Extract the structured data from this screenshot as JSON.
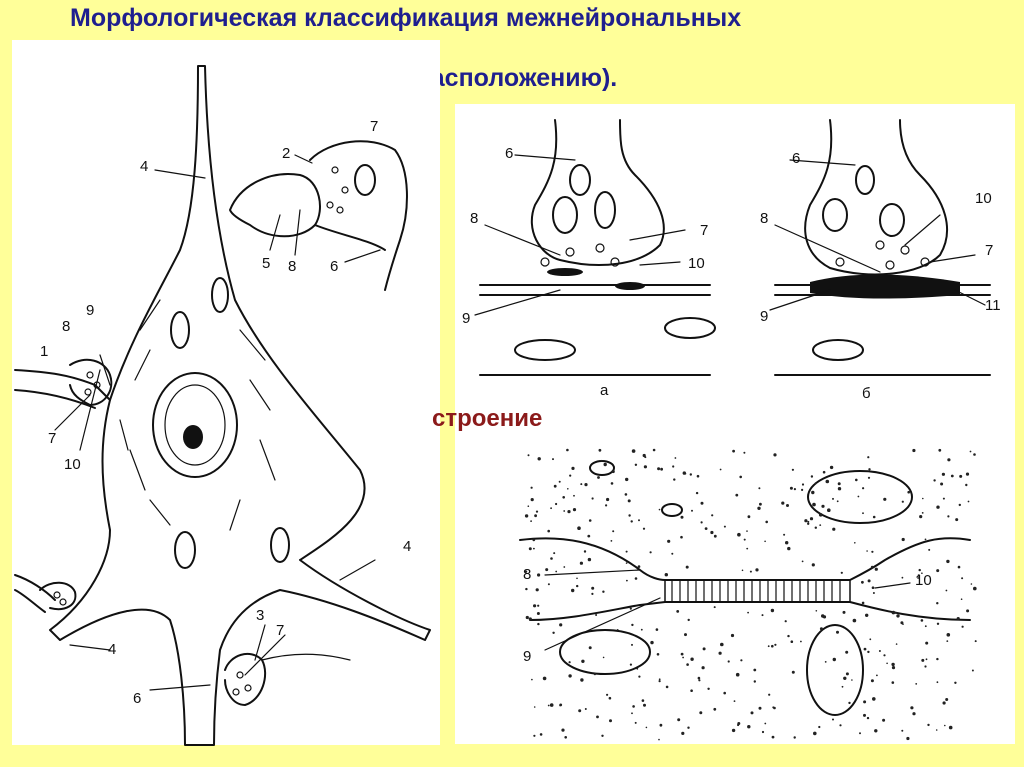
{
  "title_line1": "Морфологическая классификация межнейрональных",
  "title_line2": "синапсов (по расположению).",
  "subtitle": "строение",
  "neuron_labels": [
    "4",
    "2",
    "7",
    "5",
    "8",
    "6",
    "1",
    "8",
    "9",
    "7",
    "10",
    "4",
    "4",
    "3",
    "7",
    "6"
  ],
  "panel_a_labels": [
    "6",
    "8",
    "7",
    "10",
    "9",
    "а"
  ],
  "panel_b_labels": [
    "6",
    "8",
    "10",
    "7",
    "9",
    "11",
    "б"
  ],
  "panel_c_labels": [
    "8",
    "10",
    "9"
  ],
  "colors": {
    "background": "#ffff99",
    "title": "#1f1f8f",
    "subtitle": "#8b1a1a"
  }
}
